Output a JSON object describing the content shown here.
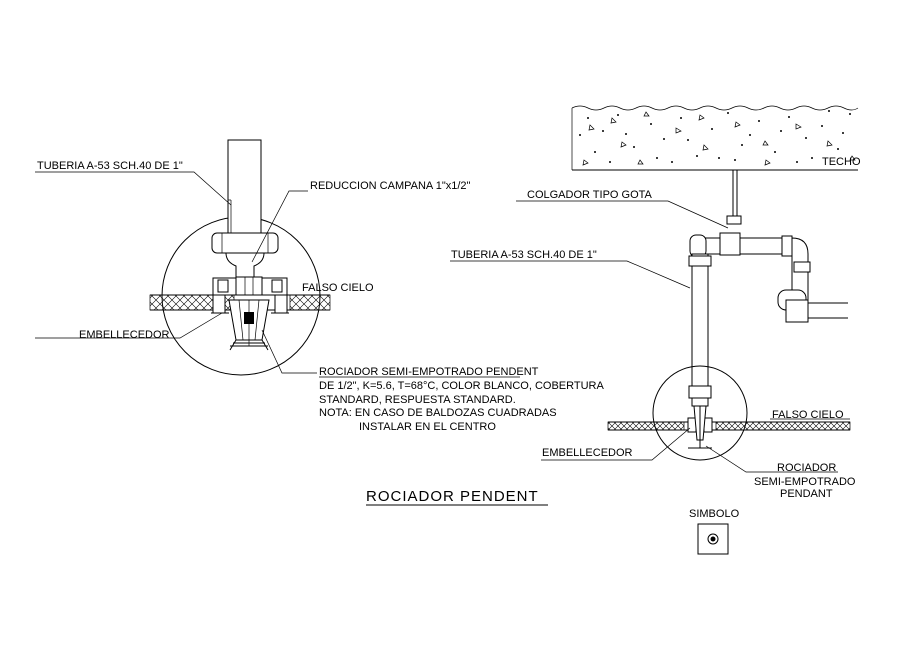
{
  "left_detail": {
    "pipe_label": "TUBERIA A-53 SCH.40 DE 1\"",
    "reducer_label": "REDUCCION CAMPANA 1\"x1/2\"",
    "ceiling_label": "FALSO CIELO",
    "trim_label": "EMBELLECEDOR",
    "spec_lines": [
      "ROCIADOR SEMI-EMPOTRADO PENDENT",
      "DE 1/2\", K=5.6, T=68°C, COLOR BLANCO, COBERTURA",
      "STANDARD, RESPUESTA STANDARD.",
      "NOTA: EN CASO DE BALDOZAS CUADRADAS",
      "INSTALAR EN EL CENTRO"
    ]
  },
  "title": "ROCIADOR PENDENT",
  "right_detail": {
    "roof_label": "TECHO",
    "hanger_label": "COLGADOR TIPO GOTA",
    "pipe_label": "TUBERIA A-53 SCH.40 DE 1\"",
    "ceiling_label": "FALSO CIELO",
    "trim_label": "EMBELLECEDOR",
    "sprinkler_lines": [
      "ROCIADOR",
      "SEMI-EMPOTRADO",
      "PENDANT"
    ]
  },
  "symbol": {
    "label": "SIMBOLO",
    "icon": "sprinkler-symbol-icon"
  }
}
